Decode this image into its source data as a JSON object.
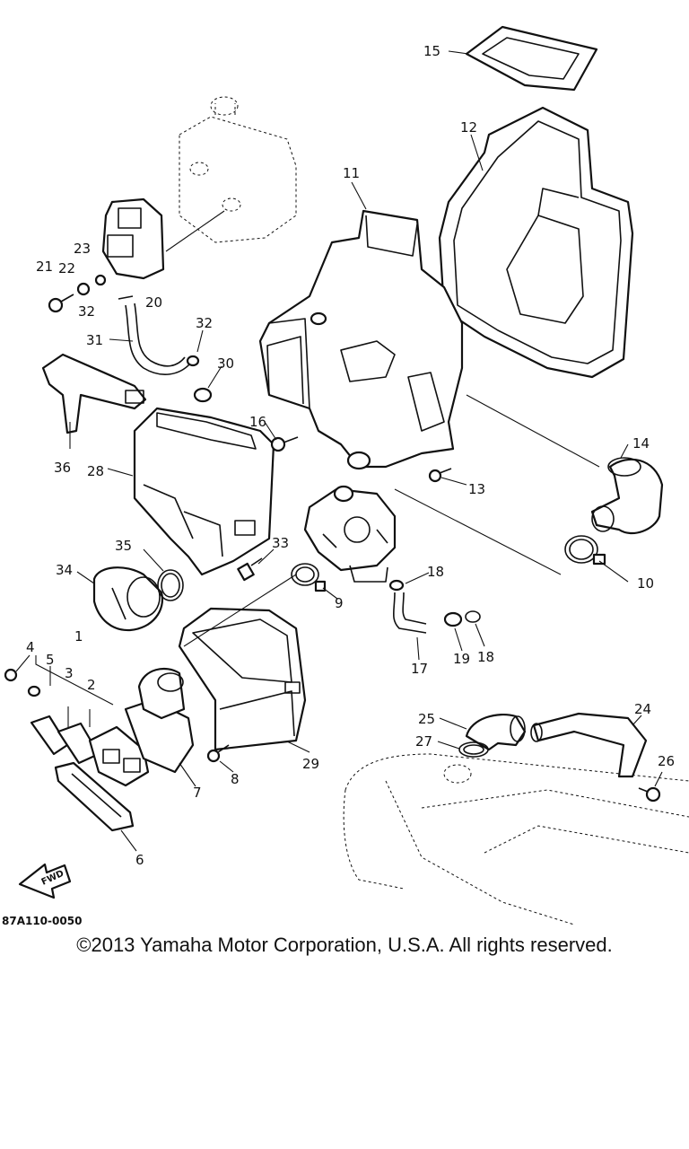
{
  "diagram": {
    "drawing_code": "87A110-0050",
    "fwd_label": "FWD",
    "callouts": [
      "1",
      "2",
      "3",
      "4",
      "5",
      "6",
      "7",
      "8",
      "9",
      "10",
      "11",
      "12",
      "13",
      "14",
      "15",
      "16",
      "17",
      "18",
      "18",
      "19",
      "20",
      "21",
      "22",
      "23",
      "24",
      "25",
      "26",
      "27",
      "28",
      "29",
      "30",
      "31",
      "32",
      "32",
      "33",
      "34",
      "35",
      "36"
    ]
  },
  "footer": {
    "copyright": "©2013 Yamaha Motor Corporation, U.S.A. All rights reserved."
  }
}
